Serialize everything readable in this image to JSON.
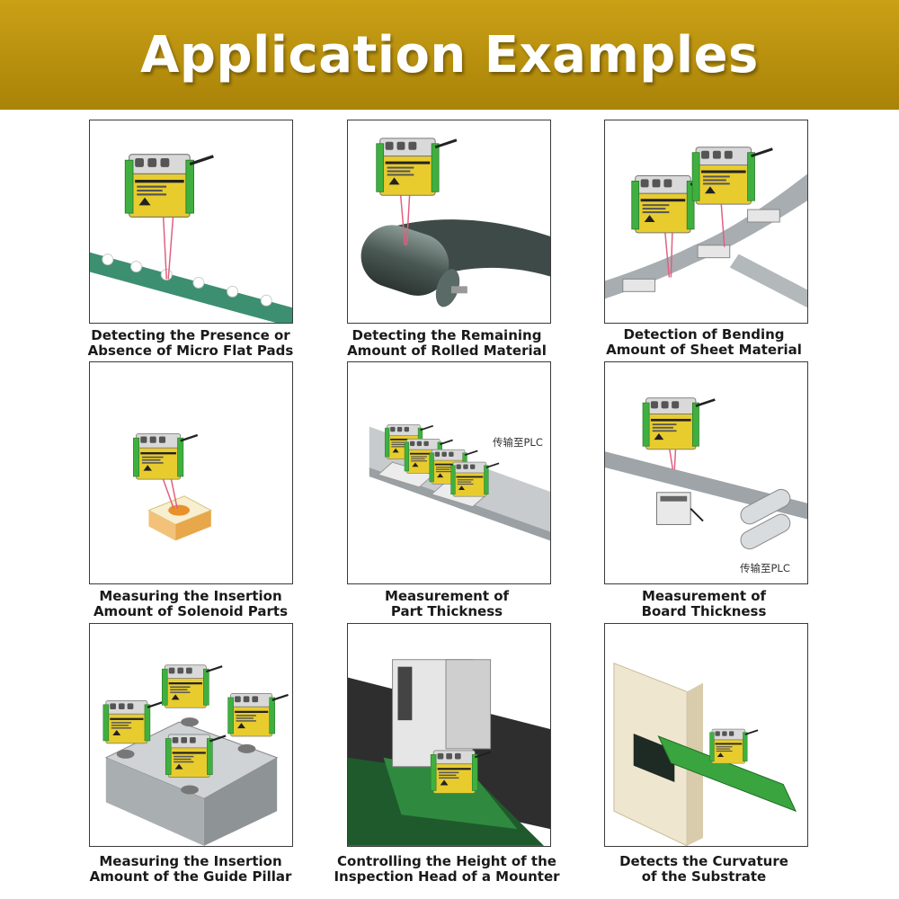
{
  "header": {
    "title": "Application Examples"
  },
  "cards": [
    {
      "caption_line1": "Detecting the Presence or",
      "caption_line2": "Absence of Micro Flat Pads"
    },
    {
      "caption_line1": "Detecting the Remaining",
      "caption_line2": "Amount of Rolled Material"
    },
    {
      "caption_line1": "Detection of Bending",
      "caption_line2": "Amount of Sheet Material"
    },
    {
      "caption_line1": "Measuring the Insertion",
      "caption_line2": "Amount of Solenoid Parts"
    },
    {
      "caption_line1": "Measurement of",
      "caption_line2": "Part Thickness",
      "annotation": "传输至PLC"
    },
    {
      "caption_line1": "Measurement of",
      "caption_line2": "Board Thickness",
      "annotation": "传输至PLC"
    },
    {
      "caption_line1": "Measuring the Insertion",
      "caption_line2": "Amount of the Guide Pillar"
    },
    {
      "caption_line1": "Controlling the Height of the",
      "caption_line2": "Inspection Head of a Mounter"
    },
    {
      "caption_line1": "Detects the Curvature",
      "caption_line2": "of the Substrate"
    }
  ],
  "colors": {
    "banner": "#b8900e",
    "sensor_body": "#e8cc2e",
    "sensor_accent": "#3fb03f",
    "laser": "#e06080"
  }
}
